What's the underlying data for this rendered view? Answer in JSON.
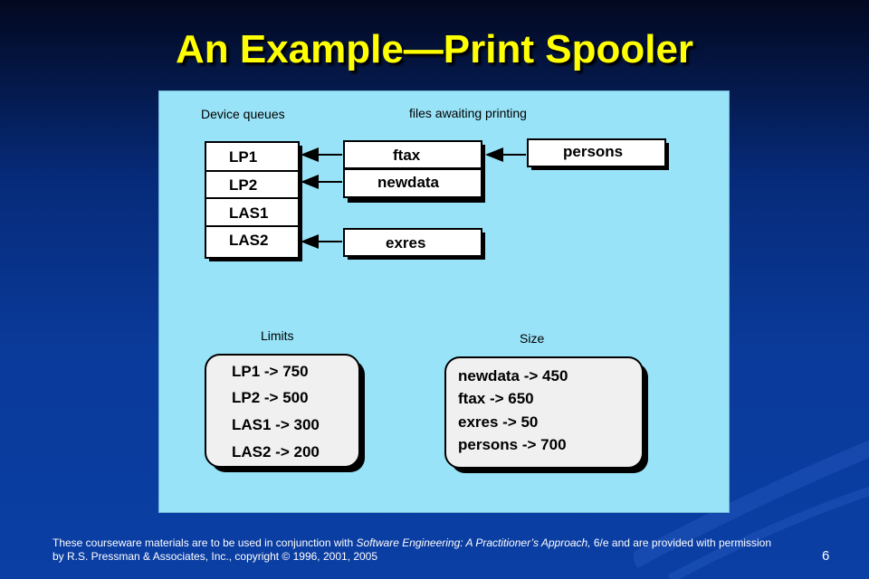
{
  "slide": {
    "title": "An Example—Print Spooler",
    "page_number": "6"
  },
  "diagram": {
    "device_queues_label": "Device queues",
    "files_label": "files awaiting printing",
    "queues": [
      "LP1",
      "LP2",
      "LAS1",
      "LAS2"
    ],
    "files": {
      "ftax": "ftax",
      "newdata": "newdata",
      "persons": "persons",
      "exres": "exres"
    },
    "limits_label": "Limits",
    "limits": [
      "LP1 -> 750",
      "LP2 -> 500",
      "LAS1 -> 300",
      "LAS2 -> 200"
    ],
    "size_label": "Size",
    "sizes": [
      "newdata -> 450",
      "ftax -> 650",
      "exres -> 50",
      "persons -> 700"
    ]
  },
  "footer": {
    "part1": "These courseware materials are to be used in conjunction with ",
    "book": "Software Engineering:  A Practitioner’s Approach,",
    "part2": " 6/e and are provided with permission by R.S. Pressman & Associates, Inc., copyright © 1996, 2001, 2005"
  }
}
